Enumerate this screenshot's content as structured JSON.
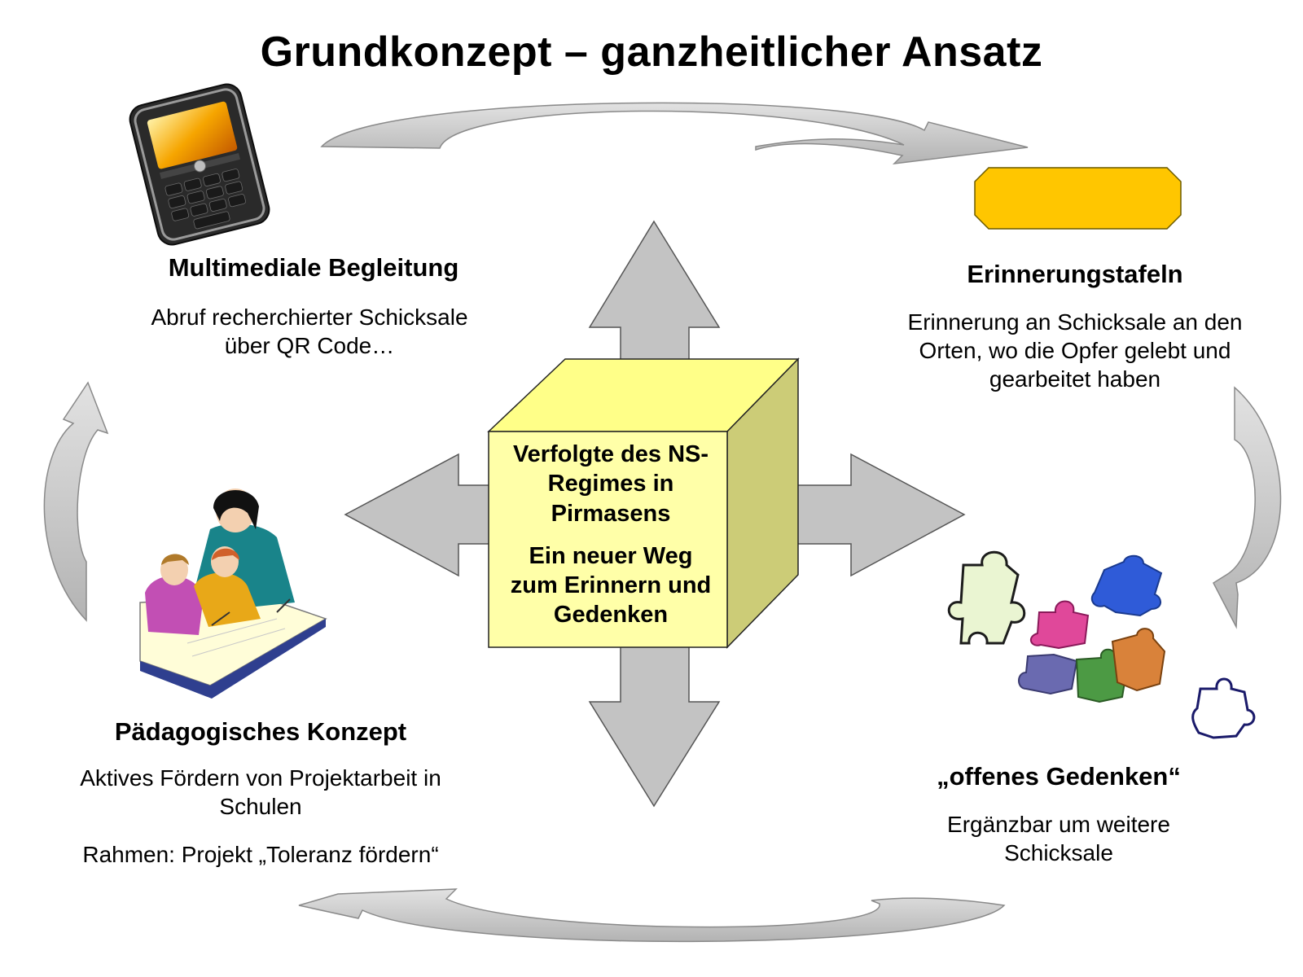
{
  "title": "Grundkonzept – ganzheitlicher Ansatz",
  "center": {
    "line1": "Verfolgte des NS-Regimes in Pirmasens",
    "line2": "Ein neuer Weg zum Erinnern und Gedenken"
  },
  "sections": {
    "multimedia": {
      "heading": "Multimediale Begleitung",
      "text": "Abruf recherchierter Schicksale über QR Code…",
      "icon": "smartphone-icon"
    },
    "memorial": {
      "heading": "Erinnerungstafeln",
      "text": "Erinnerung an Schicksale an den Orten, wo die Opfer gelebt und gearbeitet haben",
      "icon": "memorial-plaque-icon"
    },
    "pedagogy": {
      "heading": "Pädagogisches Konzept",
      "text1": "Aktives Fördern von Projektarbeit in Schulen",
      "text2": "Rahmen: Projekt  „Toleranz fördern“",
      "icon": "students-teacher-icon"
    },
    "open": {
      "heading": "„offenes Gedenken“",
      "text": "Ergänzbar um weitere Schicksale",
      "icon": "puzzle-pieces-icon"
    }
  },
  "colors": {
    "arrow_gray": "#c3c3c3",
    "cube_front": "#ffffa8",
    "cube_top": "#ffff88",
    "cube_side": "#cccc77",
    "plaque": "#ffc600"
  }
}
